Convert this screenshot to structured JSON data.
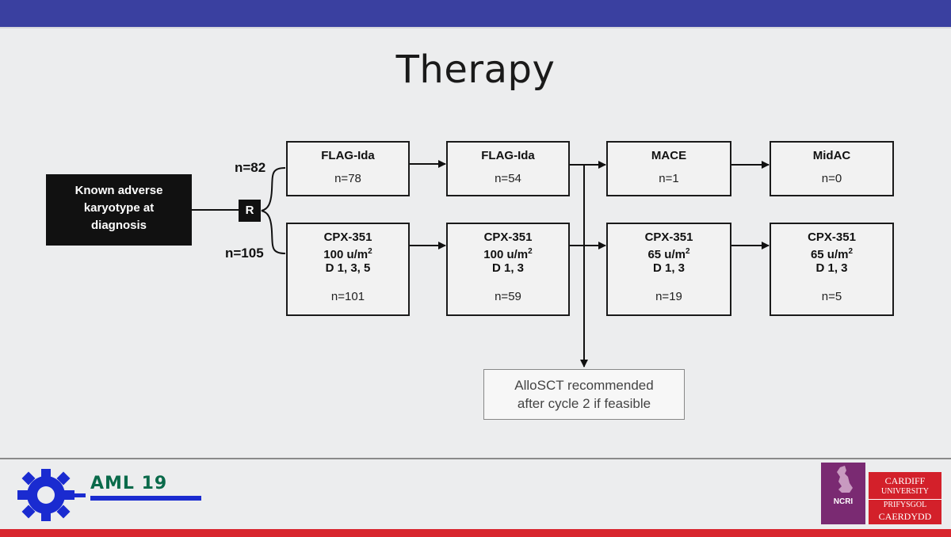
{
  "title": "Therapy",
  "start_box": {
    "lines": [
      "Known adverse",
      "karyotype at",
      "diagnosis"
    ]
  },
  "randomisation": {
    "label": "R"
  },
  "arms": {
    "top": {
      "n_label": "n=82"
    },
    "bottom": {
      "n_label": "n=105"
    }
  },
  "flag_row": [
    {
      "name": "FLAG-Ida",
      "n": "n=78"
    },
    {
      "name": "FLAG-Ida",
      "n": "n=54"
    },
    {
      "name": "MACE",
      "n": "n=1"
    },
    {
      "name": "MidAC",
      "n": "n=0"
    }
  ],
  "cpx_row": [
    {
      "name": "CPX-351",
      "dose": "100 u/m",
      "sup": "2",
      "days": "D 1, 3, 5",
      "n": "n=101"
    },
    {
      "name": "CPX-351",
      "dose": "100 u/m",
      "sup": "2",
      "days": "D 1, 3",
      "n": "n=59"
    },
    {
      "name": "CPX-351",
      "dose": "65 u/m",
      "sup": "2",
      "days": "D 1, 3",
      "n": "n=19"
    },
    {
      "name": "CPX-351",
      "dose": "65 u/m",
      "sup": "2",
      "days": "D 1, 3",
      "n": "n=5"
    }
  ],
  "recommendation": {
    "lines": [
      "AlloSCT recommended",
      "after cycle 2 if feasible"
    ]
  },
  "footer": {
    "logo_text": "AML 19",
    "ncri_text": "NCRI",
    "cardiff_lines": [
      "CARDIFF",
      "UNIVERSITY",
      "PRIFYSGOL",
      "CAERDYDD"
    ]
  },
  "colors": {
    "header_bar": "#3a40a0",
    "footer_bar": "#d8262e",
    "logo_blue": "#1a2bd0",
    "logo_green": "#0a6a4a"
  }
}
